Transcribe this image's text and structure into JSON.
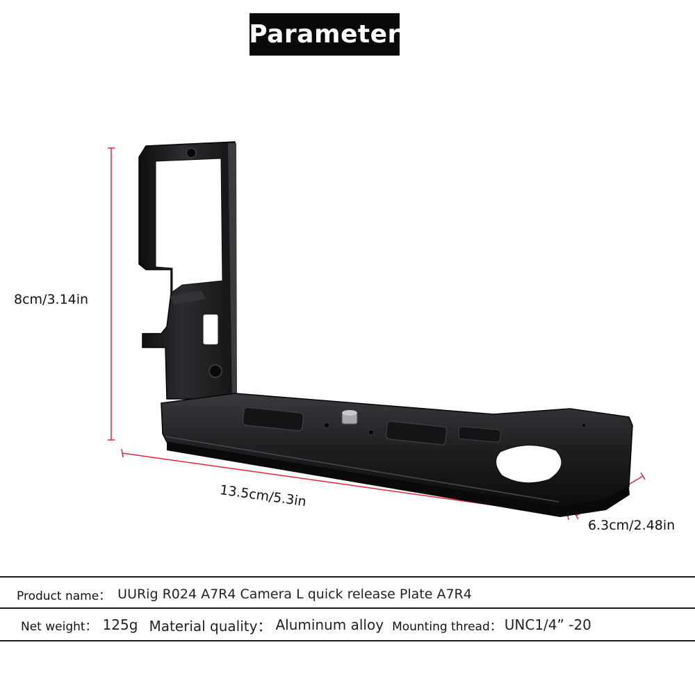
{
  "heading": "Parameter",
  "dimensions": {
    "height": "8cm/3.14in",
    "length": "13.5cm/5.3in",
    "depth": "6.3cm/2.48in"
  },
  "specs": {
    "product_name_label": "Product name：",
    "product_name_value": "UURig R024   A7R4 Camera  L quick release Plate A7R4",
    "net_weight_label": "Net weight：",
    "net_weight_value": "125g",
    "material_label": "Material quality：",
    "material_value": "Aluminum alloy",
    "thread_label": "Mounting thread：",
    "thread_value": "UNC1/4”  -20"
  },
  "colors": {
    "dimension_line": "#e0243a",
    "plate": "#1c1c1e"
  }
}
